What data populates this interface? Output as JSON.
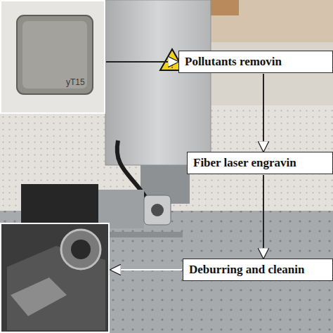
{
  "diagram": {
    "nodes": [
      {
        "text": [
          "yT15"
        ]
      },
      {
        "text": [
          "Pollutants removin"
        ]
      },
      {
        "text": [
          "Fiber laser engravin"
        ]
      },
      {
        "text": [
          "Deburring and cleanin"
        ]
      }
    ],
    "edges": [
      {
        "from": 0,
        "to": 1,
        "arrow": "to"
      },
      {
        "from": 1,
        "to": 2,
        "arrow": "to"
      },
      {
        "from": 2,
        "to": 3,
        "arrow": "to"
      }
    ]
  }
}
